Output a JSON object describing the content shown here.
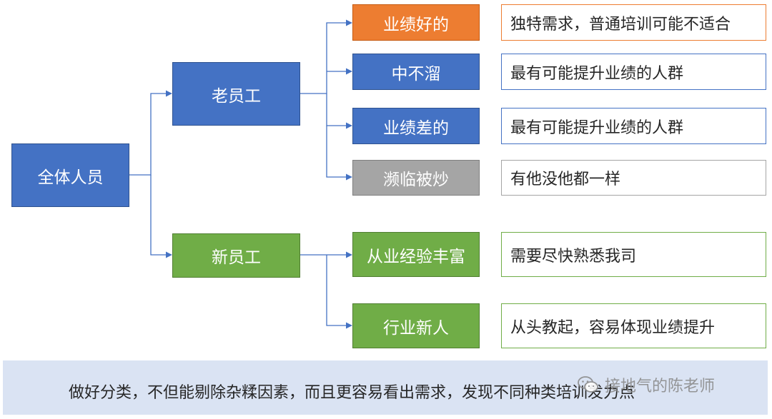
{
  "root": {
    "label": "全体人员"
  },
  "groups": {
    "old": {
      "label": "老员工"
    },
    "new": {
      "label": "新员工"
    }
  },
  "categories": [
    {
      "label": "业绩好的",
      "note": "独特需求，普通培训可能不适合"
    },
    {
      "label": "中不溜",
      "note": "最有可能提升业绩的人群"
    },
    {
      "label": "业绩差的",
      "note": "最有可能提升业绩的人群"
    },
    {
      "label": "濒临被炒",
      "note": "有他没他都一样"
    },
    {
      "label": "从业经验丰富",
      "note": "需要尽快熟悉我司"
    },
    {
      "label": "行业新人",
      "note": "从头教起，容易体现业绩提升"
    }
  ],
  "footer": {
    "text": "做好分类，不但能剔除杂糅因素，而且更容易看出需求，发现不同种类培训发力点"
  },
  "watermark": {
    "text": "接地气的陈老师",
    "icon": "wechat-icon"
  },
  "colors": {
    "blue": "#4472c4",
    "orange": "#ed7d31",
    "gray": "#a5a5a5",
    "green": "#70ad47",
    "connector": "#4472c4",
    "footer_bg": "#dae3f3"
  }
}
